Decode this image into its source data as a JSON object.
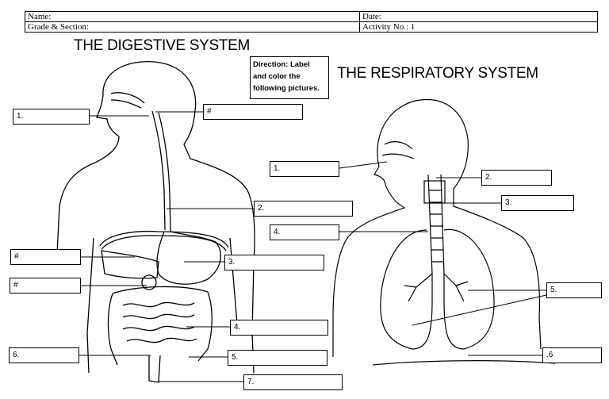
{
  "header": {
    "name_label": "Name:",
    "date_label": "Date:",
    "grade_label": "Grade & Section:",
    "activity_label": "Activity No.: 1"
  },
  "digestive": {
    "title": "THE DIGESTIVE SYSTEM",
    "labels": [
      "1.",
      "#",
      "2.",
      "#",
      "3.",
      "#",
      "4.",
      "6.",
      "5.",
      "7."
    ]
  },
  "respiratory": {
    "title": "THE RESPIRATORY SYSTEM",
    "labels": [
      "1.",
      "2.",
      "3.",
      "4.",
      "5.",
      ".6"
    ]
  },
  "direction": {
    "line1": "Direction: Label",
    "line2": "and color the",
    "line3": "following pictures."
  }
}
